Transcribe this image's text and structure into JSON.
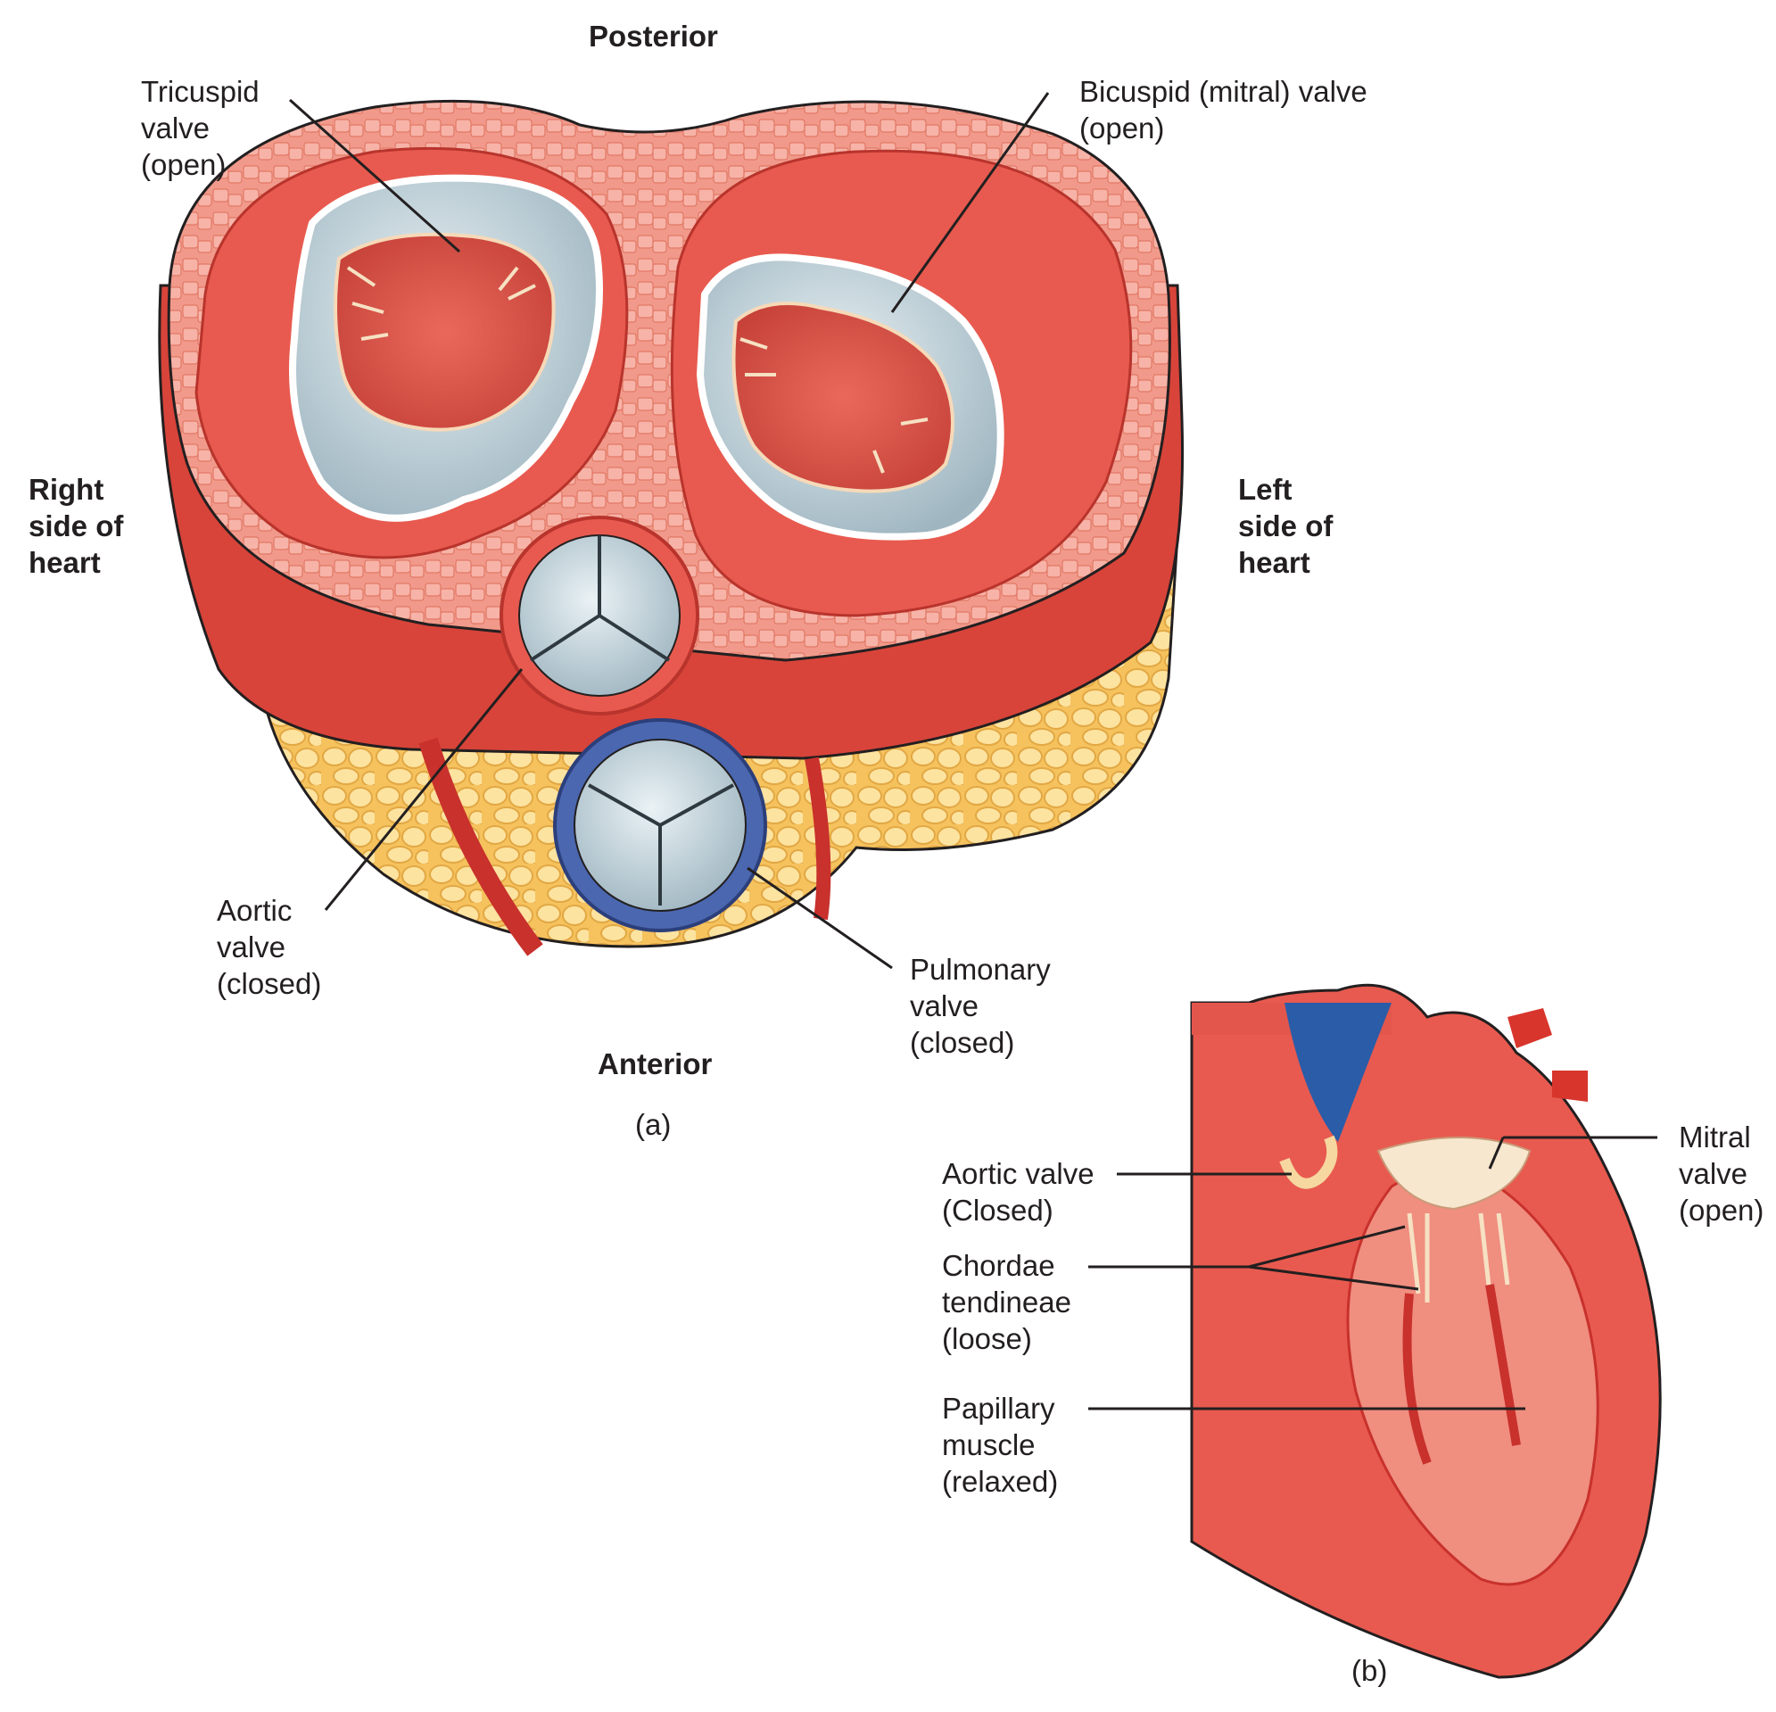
{
  "panel_a": {
    "orientation": {
      "posterior": "Posterior",
      "anterior": "Anterior"
    },
    "sides": {
      "right": [
        "Right",
        "side of",
        "heart"
      ],
      "left": [
        "Left",
        "side of",
        "heart"
      ]
    },
    "labels": {
      "tricuspid": [
        "Tricuspid",
        "valve",
        "(open)"
      ],
      "bicuspid": [
        "Bicuspid (mitral) valve",
        "(open)"
      ],
      "aortic": [
        "Aortic",
        "valve",
        "(closed)"
      ],
      "pulmonary": [
        "Pulmonary",
        "valve",
        "(closed)"
      ]
    },
    "caption": "(a)"
  },
  "panel_b": {
    "labels": {
      "mitral": [
        "Mitral",
        "valve",
        "(open)"
      ],
      "aortic": [
        "Aortic valve",
        "(Closed)"
      ],
      "chordae": [
        "Chordae",
        "tendineae",
        "(loose)"
      ],
      "papillary": [
        "Papillary",
        "muscle",
        "(relaxed)"
      ]
    },
    "caption": "(b)"
  },
  "colors": {
    "myocardium": "#e85a4f",
    "myocardium_dark": "#c8312c",
    "myocardium_light": "#f28c7d",
    "tissue_pattern": "#f6a79a",
    "fat": "#fcd57f",
    "fat_edge": "#e6b24f",
    "valve_ring": "#c9d9e0",
    "pulmonary_ring": "#4a67b0",
    "vessel_blue": "#2a5ca8",
    "outline": "#231f20"
  }
}
